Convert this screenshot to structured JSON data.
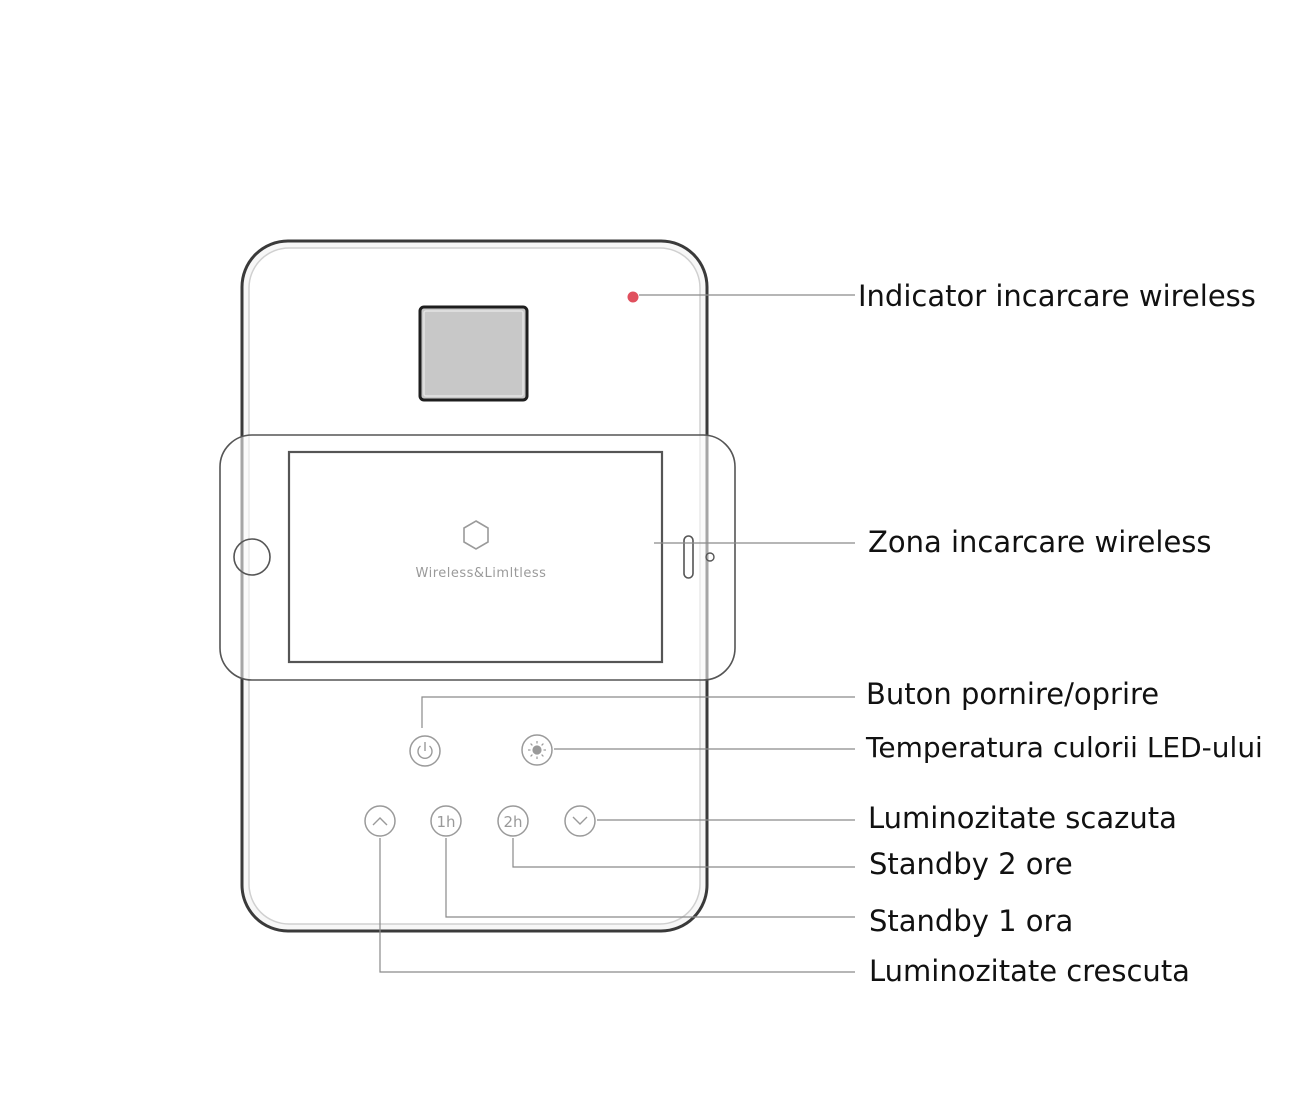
{
  "labels": {
    "indicator": "Indicator incarcare wireless",
    "zone": "Zona incarcare wireless",
    "power": "Buton pornire/oprire",
    "temperature": "Temperatura culorii LED-ului",
    "brightness_down": "Luminozitate scazuta",
    "standby_2h": "Standby 2 ore",
    "standby_1h": "Standby 1 ora",
    "brightness_up": "Luminozitate crescuta"
  },
  "phone": {
    "screen_text": "Wireless&Limltless"
  },
  "buttons": {
    "one_hour": "1h",
    "two_hour": "2h"
  },
  "colors": {
    "indicator_led": "#e0505e",
    "device_outline": "#3a3a3a",
    "display_fill": "#c8c8c8",
    "leader_line": "#8a8a8a"
  }
}
